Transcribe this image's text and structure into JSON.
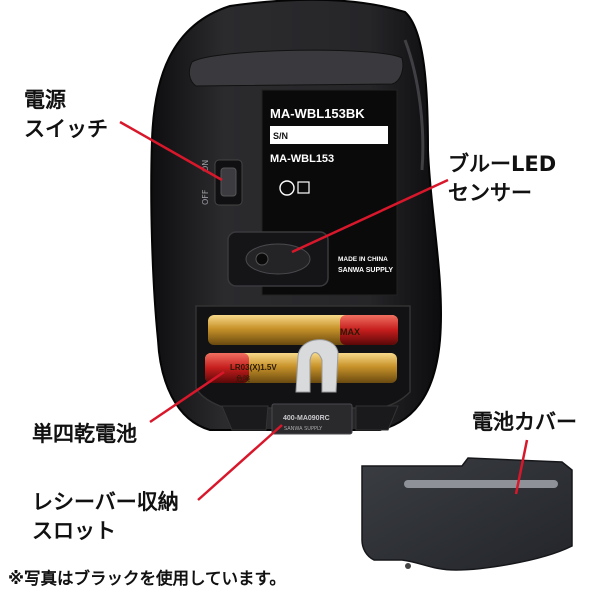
{
  "callouts": {
    "power_switch": [
      "電源",
      "スイッチ"
    ],
    "blue_led_sensor": [
      "ブルーLED",
      "センサー"
    ],
    "aaa_batteries": "単四乾電池",
    "battery_cover": "電池カバー",
    "receiver_slot": [
      "レシーバー収納",
      "スロット"
    ]
  },
  "product_label": {
    "model": "MA-WBL153BK",
    "sn_label": "S/N",
    "sub_model": "MA-WBL153",
    "made_in": "MADE IN CHINA",
    "brand": "SANWA SUPPLY"
  },
  "switch_text": {
    "off": "OFF",
    "on": "ON"
  },
  "receiver": {
    "model": "400-MA090RC",
    "brand": "SANWA SUPPLY"
  },
  "battery_marks": [
    "LR03(X)1.5V",
    "危険",
    "MAX"
  ],
  "footnote": "※写真はブラックを使用しています。",
  "colors": {
    "body": "#1d1d1f",
    "label_bg": "#0a0a0a",
    "callout_line": "#d9172b",
    "text": "#111111"
  }
}
